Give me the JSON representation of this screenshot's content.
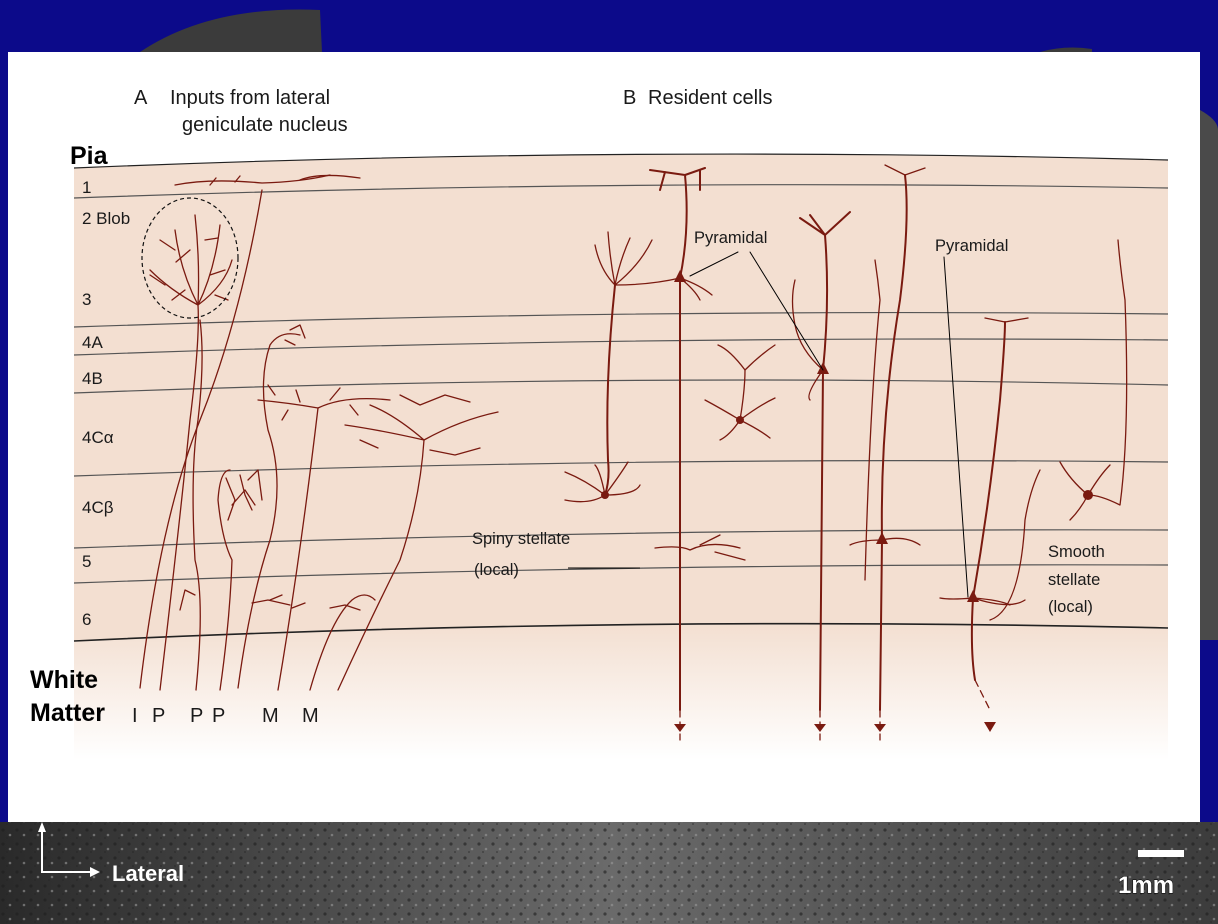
{
  "panel_a": {
    "letter": "A",
    "title_line1": "Inputs from lateral",
    "title_line2": "geniculate nucleus"
  },
  "panel_b": {
    "letter": "B",
    "title": "Resident cells"
  },
  "pia_label": "Pia",
  "white_matter_line1": "White",
  "white_matter_line2": "Matter",
  "layers": [
    "1",
    "2 Blob",
    "3",
    "4A",
    "4B",
    "4Cα",
    "4Cβ",
    "5",
    "6"
  ],
  "input_labels": [
    "I",
    "P",
    "P",
    "P",
    "M",
    "M"
  ],
  "annotations": {
    "pyramidal_1": "Pyramidal",
    "pyramidal_2": "Pyramidal",
    "spiny_line1": "Spiny stellate",
    "spiny_line2": "(local)",
    "smooth_line1": "Smooth",
    "smooth_line2": "stellate",
    "smooth_line3": "(local)"
  },
  "scale_bar": {
    "label": "1mm"
  },
  "axis": {
    "lateral_label": "Lateral"
  },
  "colors": {
    "background": "#0c0a8a",
    "cortex": "#f3dfd1",
    "neuron": "#7a1a10"
  }
}
